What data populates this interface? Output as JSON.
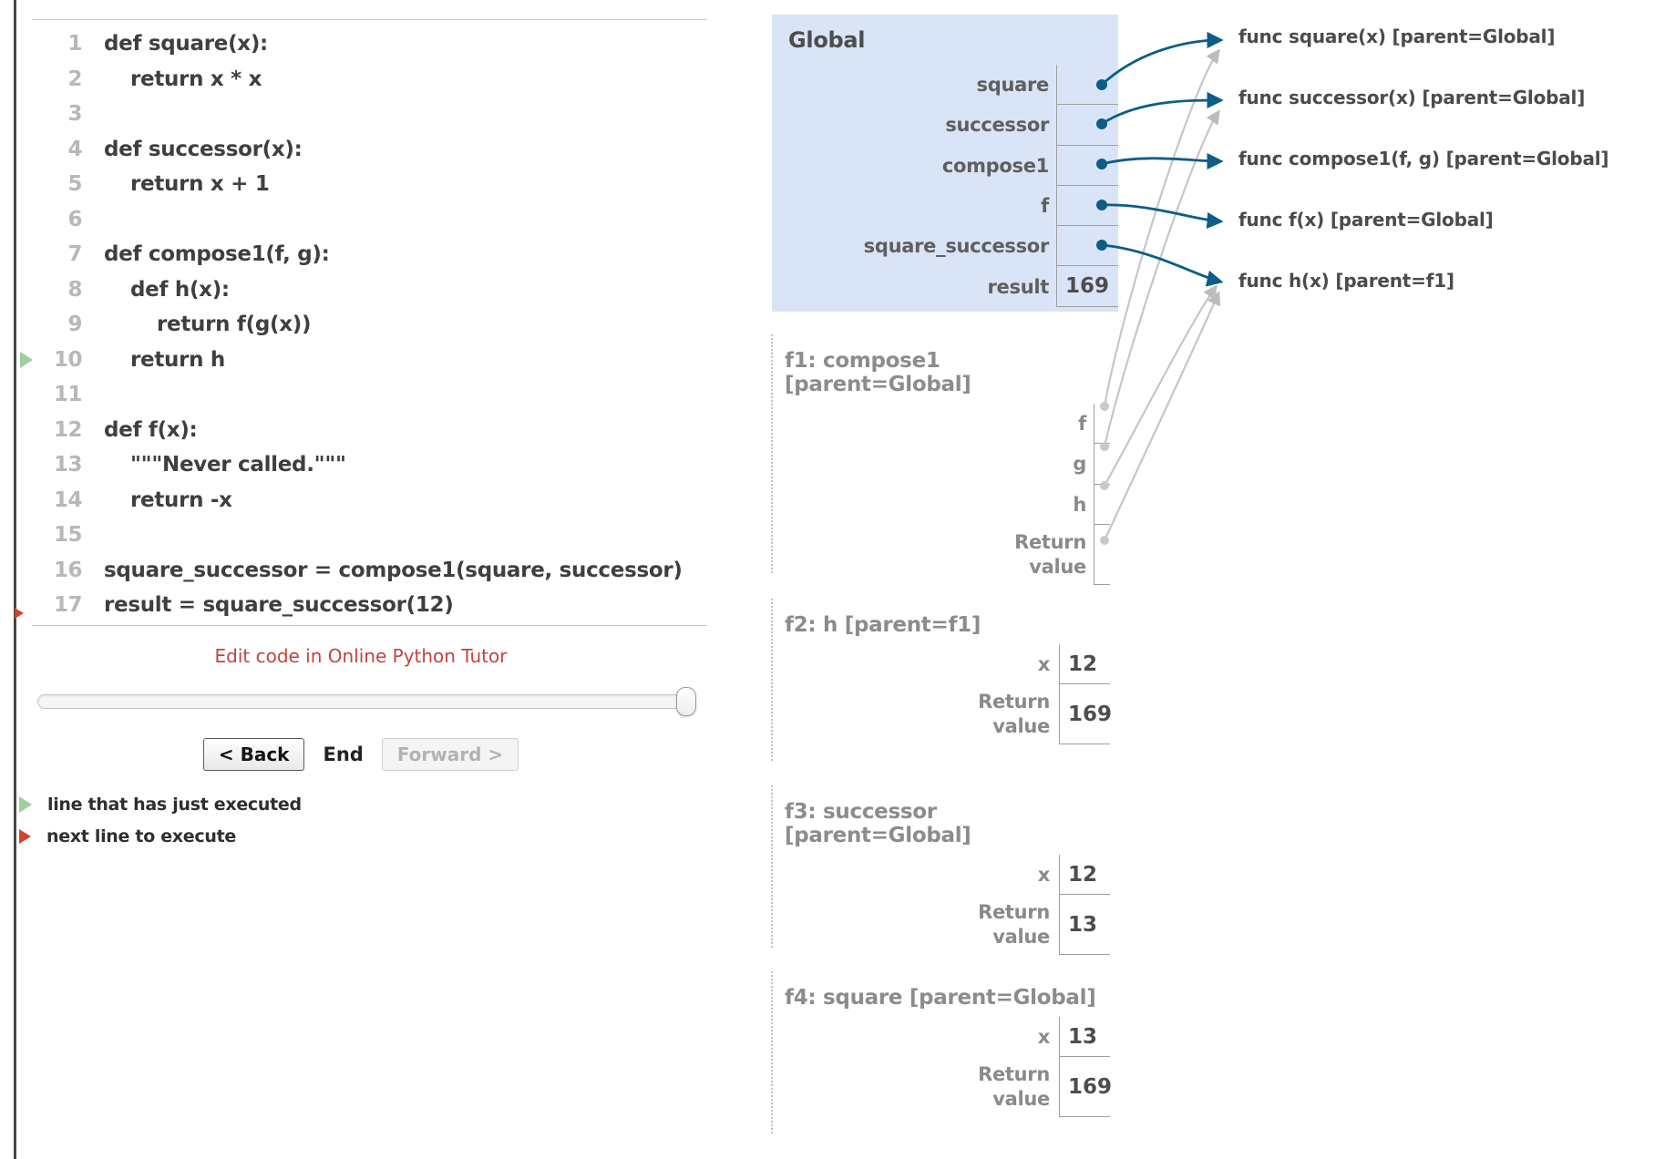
{
  "colors": {
    "pointer_blue": "#0d5d84",
    "pointer_gray": "#c6c6c6",
    "blue_bg": "#d9e5f6",
    "link_red": "#c0453e",
    "legend_green": "#9fce9f",
    "legend_red": "#d0442c"
  },
  "code": {
    "lines": [
      {
        "num": "1",
        "text": "def square(x):"
      },
      {
        "num": "2",
        "text": "return x * x"
      },
      {
        "num": "3",
        "text": ""
      },
      {
        "num": "4",
        "text": "def successor(x):"
      },
      {
        "num": "5",
        "text": "return x + 1"
      },
      {
        "num": "6",
        "text": ""
      },
      {
        "num": "7",
        "text": "def compose1(f, g):"
      },
      {
        "num": "8",
        "text": "def h(x):"
      },
      {
        "num": "9",
        "text": "return f(g(x))"
      },
      {
        "num": "10",
        "text": "return h"
      },
      {
        "num": "11",
        "text": ""
      },
      {
        "num": "12",
        "text": "def f(x):"
      },
      {
        "num": "13",
        "text": "\"\"\"Never called.\"\"\""
      },
      {
        "num": "14",
        "text": "return -x"
      },
      {
        "num": "15",
        "text": ""
      },
      {
        "num": "16",
        "text": "square_successor = compose1(square, successor)"
      },
      {
        "num": "17",
        "text": "result = square_successor(12)"
      }
    ],
    "just_executed_line": "10",
    "next_line_to_execute": "17"
  },
  "controls": {
    "edit_link": "Edit code in Online Python Tutor",
    "back_label": "< Back",
    "status_label": "End",
    "forward_label": "Forward >"
  },
  "legend": [
    {
      "label": "line that has just executed"
    },
    {
      "label": "next line to execute"
    }
  ],
  "frames": {
    "global": {
      "title": "Global",
      "vars": [
        {
          "name": "square",
          "kind": "func-ref"
        },
        {
          "name": "successor",
          "kind": "func-ref"
        },
        {
          "name": "compose1",
          "kind": "func-ref"
        },
        {
          "name": "f",
          "kind": "func-ref"
        },
        {
          "name": "square_successor",
          "kind": "func-ref"
        },
        {
          "name": "result",
          "kind": "value",
          "value": "169"
        }
      ]
    },
    "f1": {
      "title": "f1: compose1 [parent=Global]",
      "vars": [
        {
          "name": "f",
          "kind": "func-ref"
        },
        {
          "name": "g",
          "kind": "func-ref"
        },
        {
          "name": "h",
          "kind": "func-ref"
        },
        {
          "name": "Return value",
          "kind": "func-ref"
        }
      ]
    },
    "f2": {
      "title": "f2: h [parent=f1]",
      "vars": [
        {
          "name": "x",
          "value": "12"
        },
        {
          "name": "Return value",
          "value": "169"
        }
      ]
    },
    "f3": {
      "title": "f3: successor [parent=Global]",
      "vars": [
        {
          "name": "x",
          "value": "12"
        },
        {
          "name": "Return value",
          "value": "13"
        }
      ]
    },
    "f4": {
      "title": "f4: square [parent=Global]",
      "vars": [
        {
          "name": "x",
          "value": "13"
        },
        {
          "name": "Return value",
          "value": "169"
        }
      ]
    }
  },
  "functions": [
    {
      "label": "func square(x) [parent=Global]"
    },
    {
      "label": "func successor(x) [parent=Global]"
    },
    {
      "label": "func compose1(f, g) [parent=Global]"
    },
    {
      "label": "func f(x) [parent=Global]"
    },
    {
      "label": "func h(x) [parent=f1]"
    }
  ]
}
